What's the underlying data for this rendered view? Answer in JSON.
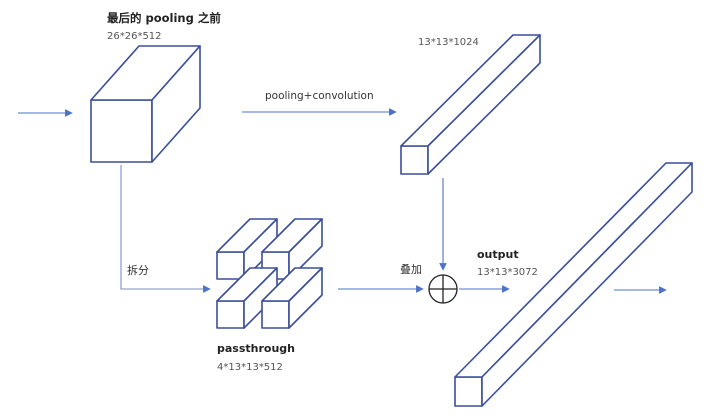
{
  "input_block": {
    "title": "最后的 pooling 之前",
    "dims": "26*26*512"
  },
  "conv_block": {
    "dims": "13*13*1024"
  },
  "edge_labels": {
    "pooling_conv": "pooling+convolution",
    "split": "拆分",
    "add": "叠加"
  },
  "passthrough_block": {
    "title": "passthrough",
    "dims": "4*13*13*512"
  },
  "output_block": {
    "title": "output",
    "dims": "13*13*3072"
  },
  "colors": {
    "box_stroke": "#3a4f9a",
    "arrow": "#4d72c8"
  }
}
